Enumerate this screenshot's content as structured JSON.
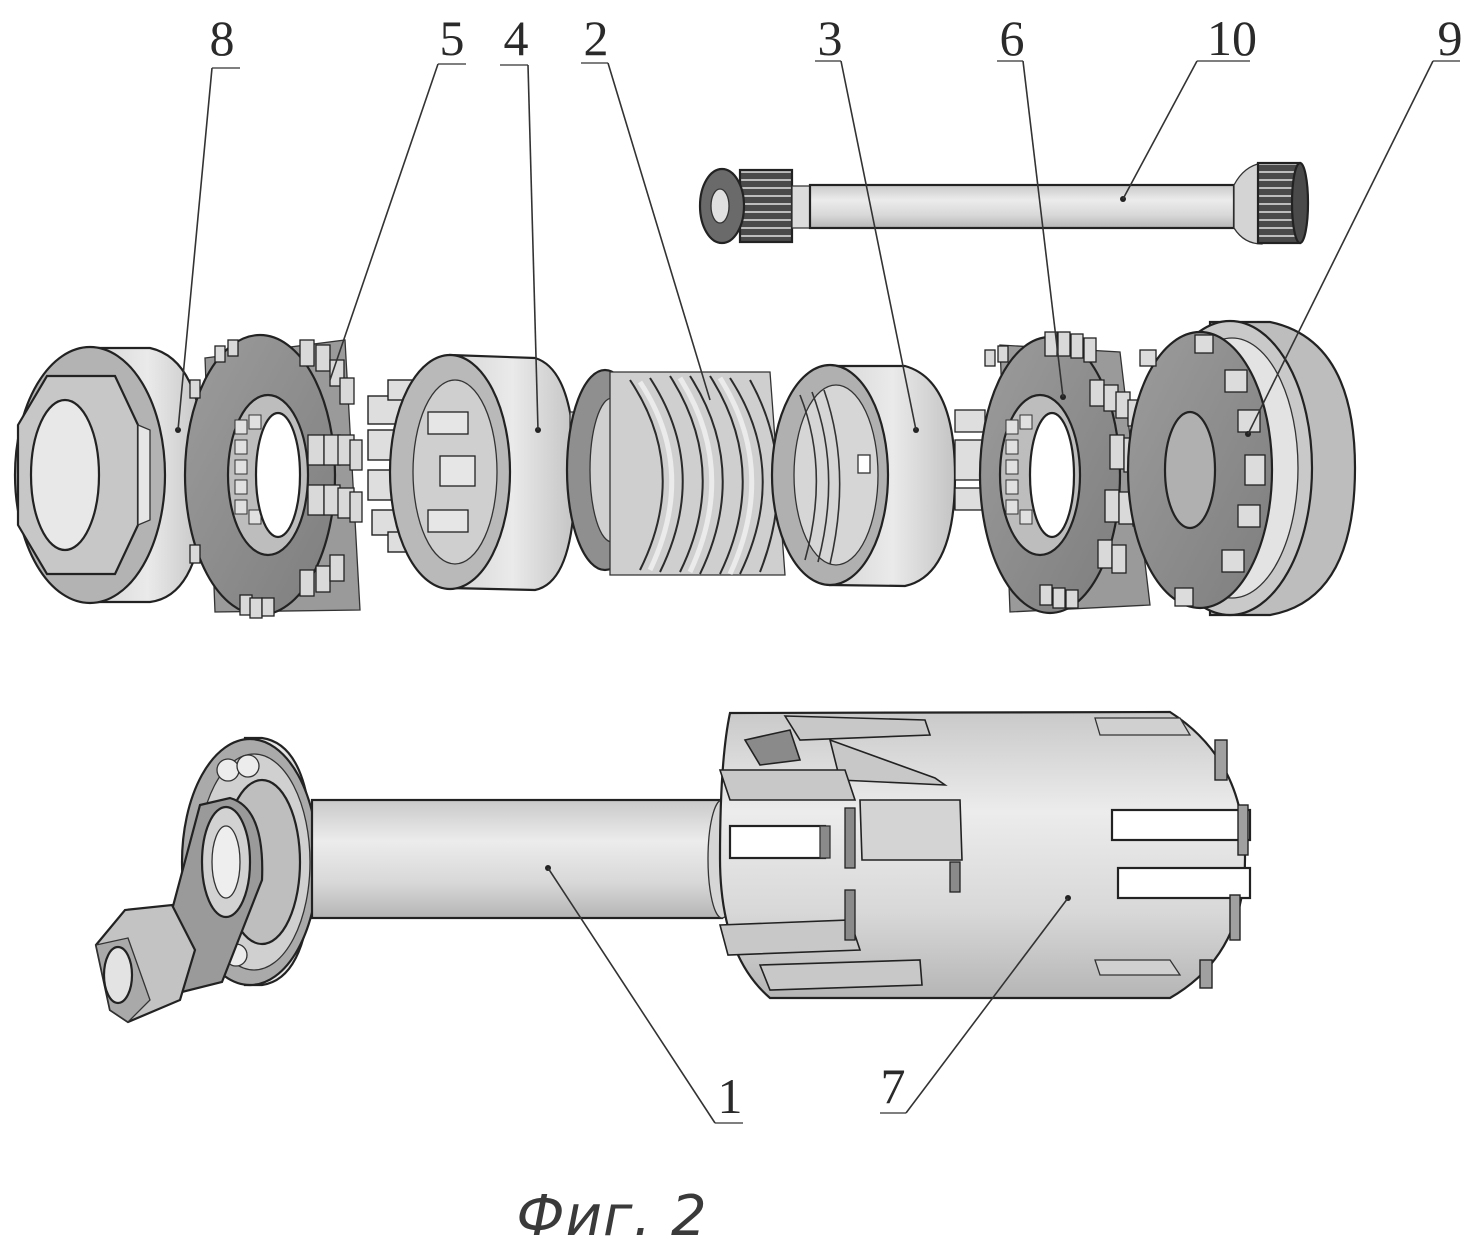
{
  "figure": {
    "caption": "Фиг. 2",
    "callouts": [
      {
        "id": "8",
        "part": "end-cap-nut"
      },
      {
        "id": "5",
        "part": "toothed-disc-left"
      },
      {
        "id": "4",
        "part": "clutch-hub-left"
      },
      {
        "id": "2",
        "part": "spring"
      },
      {
        "id": "3",
        "part": "clutch-hub-right"
      },
      {
        "id": "6",
        "part": "toothed-disc-right"
      },
      {
        "id": "10",
        "part": "splined-shaft"
      },
      {
        "id": "9",
        "part": "bearing-housing"
      },
      {
        "id": "1",
        "part": "main-shaft"
      },
      {
        "id": "7",
        "part": "slotted-sleeve"
      }
    ]
  },
  "colors": {
    "light": "#e4e4e4",
    "mid": "#bdbdbd",
    "dark": "#8e8e8e",
    "darker": "#6a6a6a",
    "line": "#222222"
  }
}
